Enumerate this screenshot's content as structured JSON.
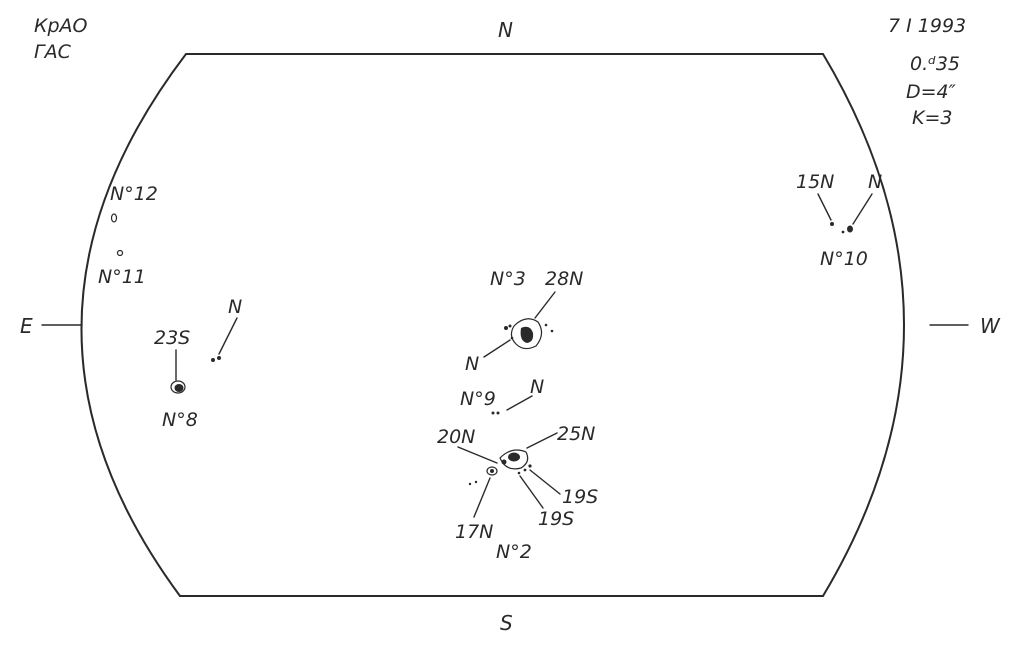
{
  "header": {
    "observatory_line1": "КрАО",
    "observatory_line2": "ГАС",
    "date": "7 I 1993",
    "time": "0.ᵈ35",
    "diameter": "D=4″",
    "quality": "K=3"
  },
  "directions": {
    "north": "N",
    "south": "S",
    "east": "E",
    "west": "W"
  },
  "groups": {
    "g12": {
      "number": "N°12"
    },
    "g11": {
      "number": "N°11"
    },
    "g10": {
      "number": "N°10",
      "label_a": "15N",
      "label_b": "N"
    },
    "g8": {
      "number": "N°8",
      "label_a": "23S",
      "label_b": "N"
    },
    "g3": {
      "number": "N°3",
      "label_a": "28N",
      "label_b": "N"
    },
    "g9": {
      "number": "N°9",
      "label_a": "N"
    },
    "g2": {
      "number": "N°2",
      "label_a": "20N",
      "label_b": "25N",
      "label_c": "19S",
      "label_d": "19S",
      "label_e": "17N"
    }
  }
}
